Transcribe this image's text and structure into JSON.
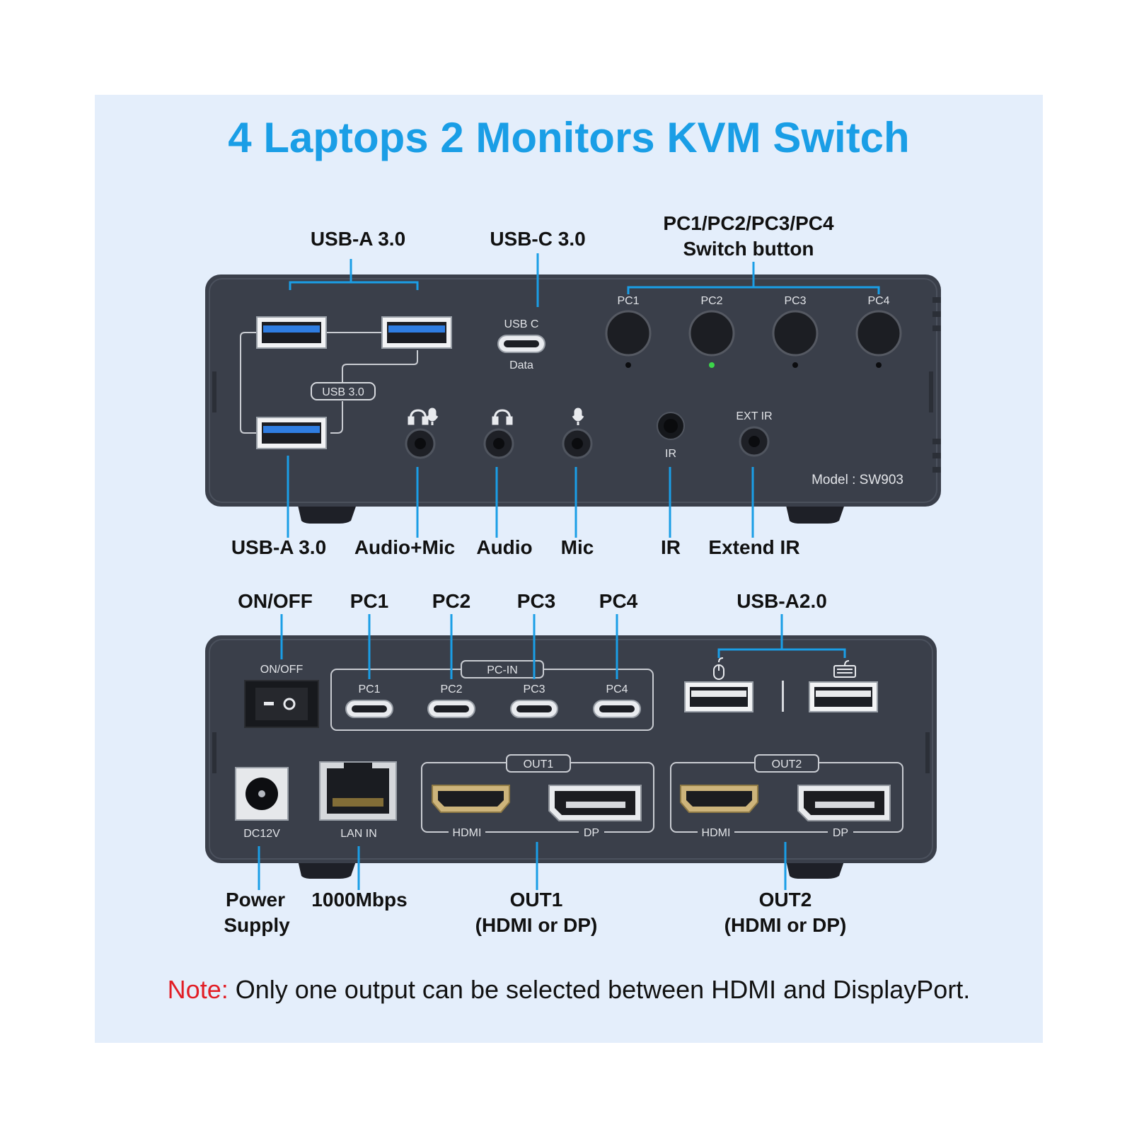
{
  "title": "4 Laptops 2 Monitors KVM Switch",
  "colors": {
    "background_panel": "#e4eefb",
    "title": "#1a9ee6",
    "device_body": "#3a3f4a",
    "callout_line": "#1a9ee6",
    "note_keyword": "#e21e26",
    "usb3_blue": "#2f7de1",
    "led_green": "#3cd64a"
  },
  "front_callouts": {
    "usb_a_top": "USB-A 3.0",
    "usb_c": "USB-C 3.0",
    "switch_line1": "PC1/PC2/PC3/PC4",
    "switch_line2": "Switch button",
    "usb_a_bottom": "USB-A 3.0",
    "audio_mic": "Audio+Mic",
    "audio": "Audio",
    "mic": "Mic",
    "ir": "IR",
    "extend_ir": "Extend IR"
  },
  "front_panel": {
    "usb_c_label": "USB C",
    "usb_c_sub": "Data",
    "usb_hub_label": "USB 3.0",
    "buttons": [
      "PC1",
      "PC2",
      "PC3",
      "PC4"
    ],
    "active_button": "PC2",
    "ir_label": "IR",
    "ext_ir_label": "EXT IR",
    "model": "Model : SW903",
    "icons": [
      "headset-icon",
      "headphone-icon",
      "microphone-icon"
    ]
  },
  "rear_callouts": {
    "on_off": "ON/OFF",
    "pc1": "PC1",
    "pc2": "PC2",
    "pc3": "PC3",
    "pc4": "PC4",
    "usb_a2": "USB-A2.0",
    "power_line1": "Power",
    "power_line2": "Supply",
    "lan": "1000Mbps",
    "out1_line1": "OUT1",
    "out1_line2": "(HDMI or DP)",
    "out2_line1": "OUT2",
    "out2_line2": "(HDMI or DP)"
  },
  "rear_panel": {
    "on_off_label": "ON/OFF",
    "pc_in_label": "PC-IN",
    "pc_ports": [
      "PC1",
      "PC2",
      "PC3",
      "PC4"
    ],
    "dc_label": "DC12V",
    "lan_label": "LAN IN",
    "out1_label": "OUT1",
    "out2_label": "OUT2",
    "hdmi_label": "HDMI",
    "dp_label": "DP",
    "usb2_icons": [
      "mouse-icon",
      "keyboard-icon"
    ]
  },
  "note": {
    "keyword": "Note:",
    "text": " Only one output can be selected between HDMI and DisplayPort."
  }
}
